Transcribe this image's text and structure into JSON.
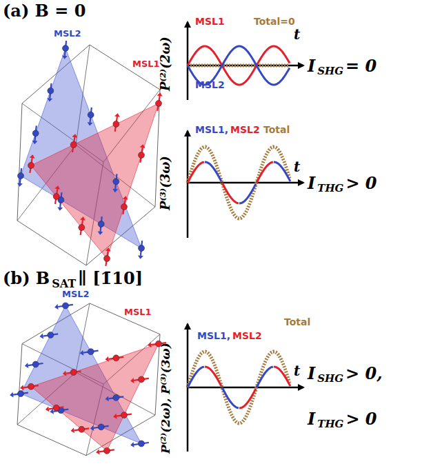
{
  "diagram": {
    "labels": [
      "(a) B = 0",
      "MSL2",
      "MSL1",
      "MSL1",
      "Total=0",
      "MSL2",
      "t",
      "P⁽²⁾(2ω)",
      "I",
      "SHG",
      "= 0",
      "MSL1,",
      "MSL2",
      "Total",
      "t",
      "P⁽³⁾(3ω)",
      "I",
      "THG",
      "> 0",
      "(b) B",
      "SAT",
      "∥ [1̄10]",
      "MSL2",
      "MSL1",
      "MSL1,",
      "MSL2",
      "Total",
      "t",
      "P⁽²⁾(2ω), P⁽³⁾(3ω)",
      "I",
      "SHG",
      "> 0,",
      "I",
      "THG",
      "> 0"
    ]
  }
}
